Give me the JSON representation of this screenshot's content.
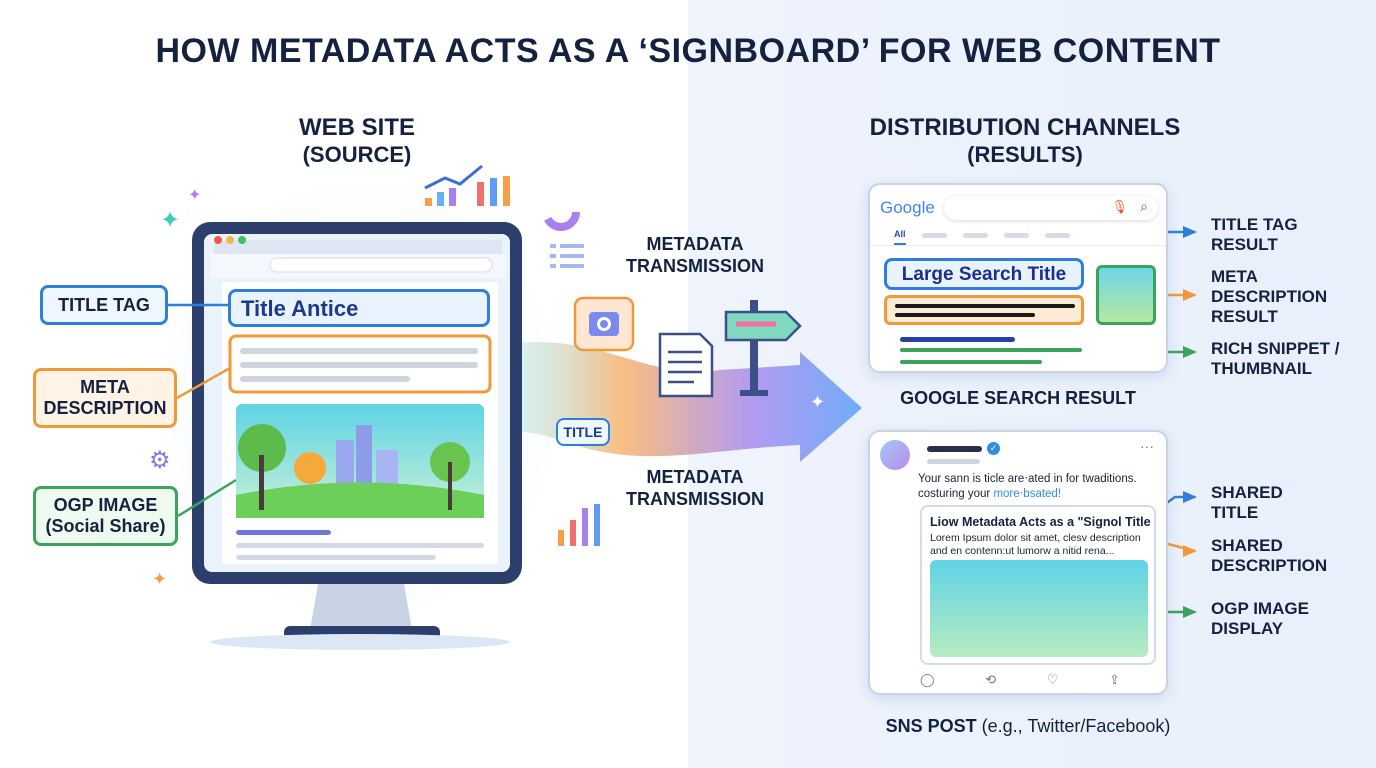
{
  "title": "HOW METADATA ACTS AS A ‘SIGNBOARD’ FOR WEB CONTENT",
  "left": {
    "heading": "WEB SITE",
    "subheading": "(SOURCE)",
    "labels": {
      "title_tag": "TITLE TAG",
      "meta_description": "META DESCRIPTION",
      "ogp_image": "OGP IMAGE",
      "ogp_sub": "(Social Share)"
    },
    "page_title": "Title Antice"
  },
  "middle": {
    "transmission_top": "METADATA TRANSMISSION",
    "transmission_bottom": "METADATA TRANSMISSION",
    "title_tag": "TITLE"
  },
  "right": {
    "heading": "DISTRIBUTION CHANNELS",
    "subheading": "(RESULTS)",
    "google": {
      "logo": "Google",
      "tab_all": "All",
      "result_title": "Large Search Title",
      "caption": "GOOGLE SEARCH RESULT"
    },
    "google_labels": {
      "title": "TITLE TAG RESULT",
      "meta": "META DESCRIPTION RESULT",
      "rich": "RICH SNIPPET / THUMBNAIL"
    },
    "sns": {
      "post_text": "Your sann is ticle are‧ated in for twaditions. costuring your",
      "post_link": "more‧bsated!",
      "card_title": "Liow Metadata Acts as a \"Signol Title",
      "card_desc": "Lorem Ipsum dolor sit amet, clesv description and en contenn:ut lumorw a nitid rena...",
      "more": "···",
      "caption_bold": "SNS POST",
      "caption_rest": "(e.g., Twitter/Facebook)"
    },
    "sns_labels": {
      "title": "SHARED TITLE",
      "desc": "SHARED DESCRIPTION",
      "image": "OGP IMAGE DISPLAY"
    }
  },
  "colors": {
    "blue": "#2f7fd8",
    "orange": "#ef9a3a",
    "green": "#3aa55a",
    "navy": "#14223f"
  }
}
